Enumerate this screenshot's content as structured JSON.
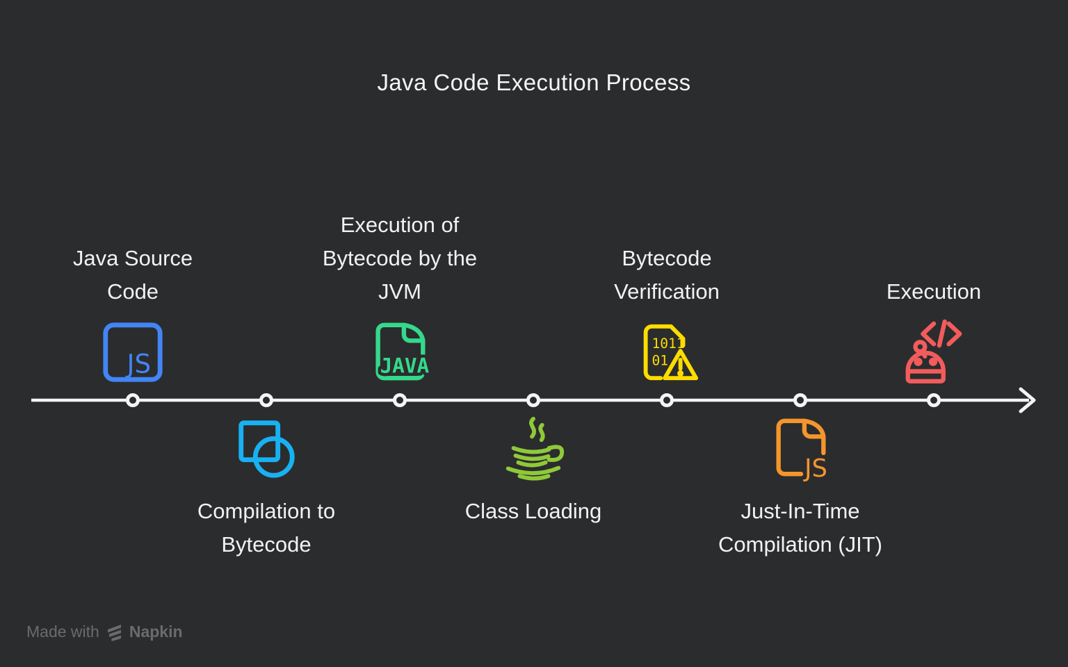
{
  "title": "Java Code Execution Process",
  "background_color": "#2B2C2E",
  "timeline": {
    "line_color": "#F5F5F5",
    "node_count": 7,
    "direction": "left-to-right-arrow"
  },
  "stages": [
    {
      "label": "Java Source Code",
      "position": "above",
      "icon": "js-file-icon",
      "color": "#4285F4"
    },
    {
      "label": "Compilation to Bytecode",
      "position": "below",
      "icon": "square-circle-shapes-icon",
      "color": "#18B1F2"
    },
    {
      "label": "Execution of Bytecode by the JVM",
      "position": "above",
      "icon": "java-file-icon",
      "color": "#35D98B"
    },
    {
      "label": "Class Loading",
      "position": "below",
      "icon": "java-coffee-cup-icon",
      "color": "#8FC93A"
    },
    {
      "label": "Bytecode Verification",
      "position": "above",
      "icon": "binary-file-warning-icon",
      "color": "#FFDC00"
    },
    {
      "label": "Just-In-Time Compilation (JIT)",
      "position": "below",
      "icon": "js-file-icon",
      "color": "#F5952B"
    },
    {
      "label": "Execution",
      "position": "above",
      "icon": "robot-code-icon",
      "color": "#F25C5C"
    }
  ],
  "icon_texts": {
    "js_blue": "JS",
    "java_file": "JAVA",
    "binary_row1": "1011",
    "binary_row2": "01",
    "js_orange": "JS"
  },
  "watermark": {
    "text": "Made with",
    "brand": "Napkin"
  }
}
